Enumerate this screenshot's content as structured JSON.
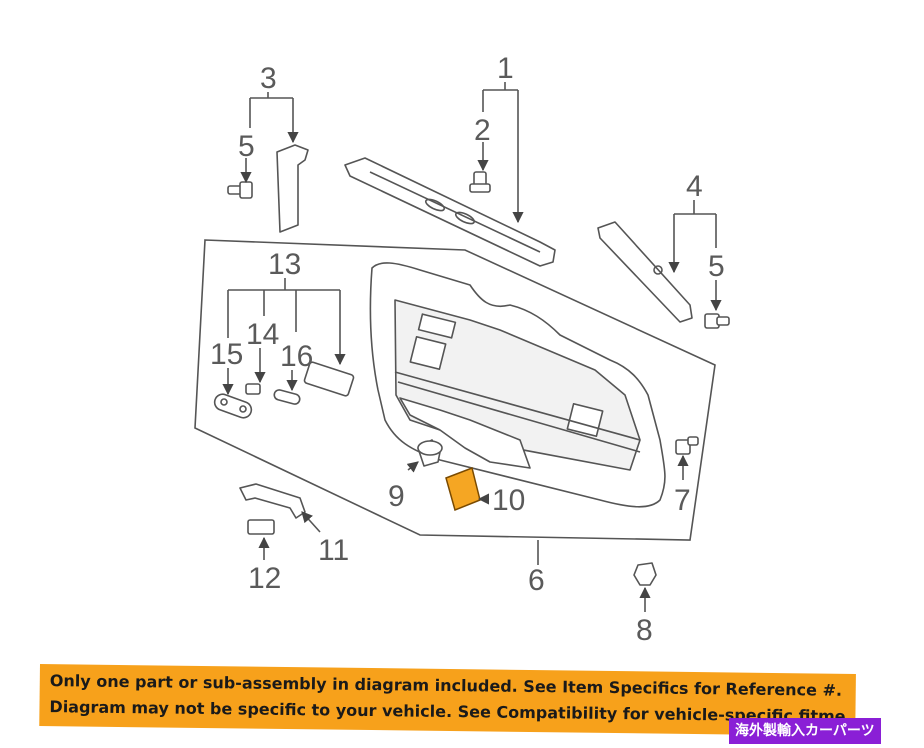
{
  "callouts": {
    "c1": "1",
    "c2": "2",
    "c3": "3",
    "c4": "4",
    "c5a": "5",
    "c5b": "5",
    "c6": "6",
    "c7": "7",
    "c8": "8",
    "c9": "9",
    "c10": "10",
    "c11": "11",
    "c12": "12",
    "c13": "13",
    "c14": "14",
    "c15": "15",
    "c16": "16"
  },
  "highlight_color": "#f5a623",
  "disclaimer": {
    "line1": "Only one part or sub-assembly in diagram included. See Item Specifics for Reference #.",
    "line2": "Diagram may not be specific to your vehicle. See Compatibility for vehicle-specific fitment."
  },
  "shop_badge": "海外製輸入カーパーツ"
}
